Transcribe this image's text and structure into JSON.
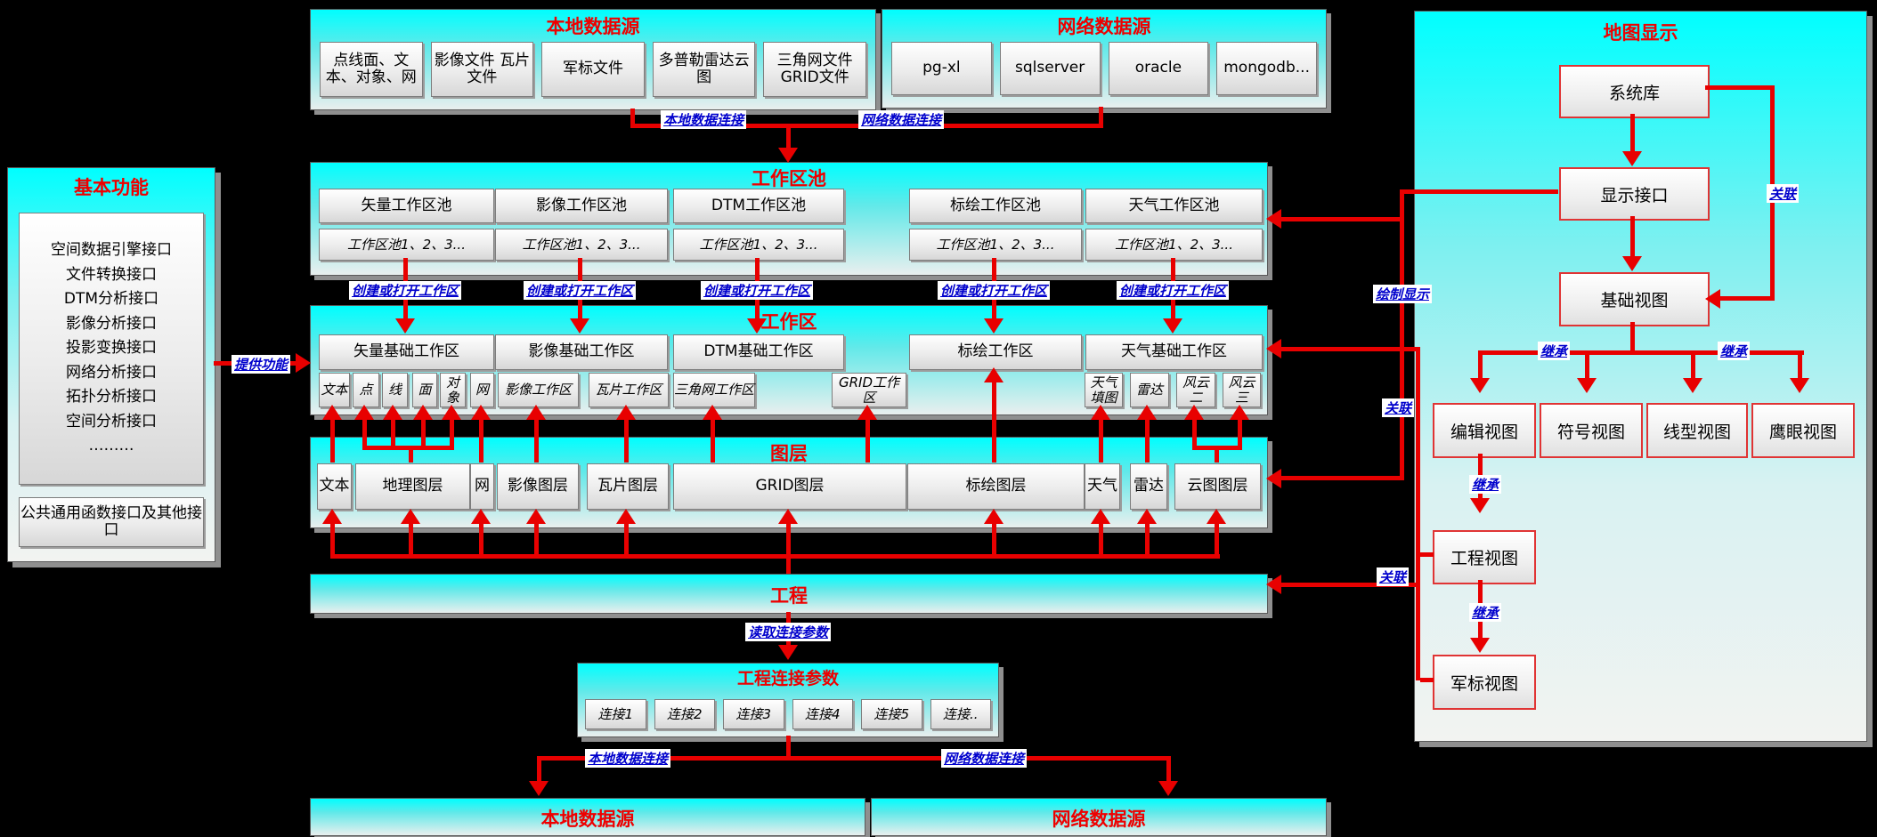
{
  "app": {
    "background": "#000000",
    "accent_red": "#ee0000",
    "accent_blue": "#0000cc",
    "band_cyan": "#00ffff"
  },
  "local_source": {
    "title": "本地数据源",
    "items": [
      "点线面、文本、对象、网",
      "影像文件 瓦片文件",
      "军标文件",
      "多普勒雷达云图",
      "三角网文件 GRID文件"
    ]
  },
  "network_source": {
    "title": "网络数据源",
    "items": [
      "pg-xl",
      "sqlserver",
      "oracle",
      "mongodb..."
    ]
  },
  "basic_functions": {
    "title": "基本功能",
    "interfaces": [
      "空间数据引擎接口",
      "文件转换接口",
      "DTM分析接口",
      "影像分析接口",
      "投影变换接口",
      "网络分析接口",
      "拓扑分析接口",
      "空间分析接口",
      "………"
    ],
    "common_box": "公共通用函数接口及其他接口"
  },
  "pool_band": {
    "title": "工作区池",
    "pools": [
      {
        "label": "矢量工作区池",
        "sub": "工作区池1、2、3..."
      },
      {
        "label": "影像工作区池",
        "sub": "工作区池1、2、3..."
      },
      {
        "label": "DTM工作区池",
        "sub": "工作区池1、2、3..."
      },
      {
        "label": "标绘工作区池",
        "sub": "工作区池1、2、3..."
      },
      {
        "label": "天气工作区池",
        "sub": "工作区池1、2、3..."
      }
    ]
  },
  "workspace_band": {
    "title": "工作区",
    "mains": [
      "矢量基础工作区",
      "影像基础工作区",
      "DTM基础工作区",
      "标绘工作区",
      "天气基础工作区"
    ],
    "subs": [
      "文本",
      "点",
      "线",
      "面",
      "对象",
      "网",
      "影像工作区",
      "瓦片工作区",
      "三角网工作区",
      "GRID工作区",
      "天气填图",
      "雷达",
      "风云二",
      "风云三"
    ]
  },
  "layer_band": {
    "title": "图层",
    "layers": [
      "文本",
      "地理图层",
      "网",
      "影像图层",
      "瓦片图层",
      "GRID图层",
      "标绘图层",
      "天气",
      "雷达",
      "云图图层"
    ]
  },
  "project_band": {
    "title": "工程"
  },
  "project_params": {
    "title": "工程连接参数",
    "items": [
      "连接1",
      "连接2",
      "连接3",
      "连接4",
      "连接5",
      "连接.."
    ]
  },
  "bottom": {
    "local": "本地数据源",
    "network": "网络数据源"
  },
  "map_display": {
    "title": "地图显示",
    "nodes": {
      "system_lib": "系统库",
      "display_interface": "显示接口",
      "base_view": "基础视图",
      "edit_view": "编辑视图",
      "symbol_view": "符号视图",
      "line_view": "线型视图",
      "eagle_view": "鹰眼视图",
      "project_view": "工程视图",
      "military_view": "军标视图"
    }
  },
  "edge_labels": {
    "local_conn": "本地数据连接",
    "network_conn": "网络数据连接",
    "create_open": "创建或打开工作区",
    "provide": "提供功能",
    "draw_display": "绘制显示",
    "assoc": "关联",
    "inherit": "继承",
    "read_params": "读取连接参数"
  }
}
